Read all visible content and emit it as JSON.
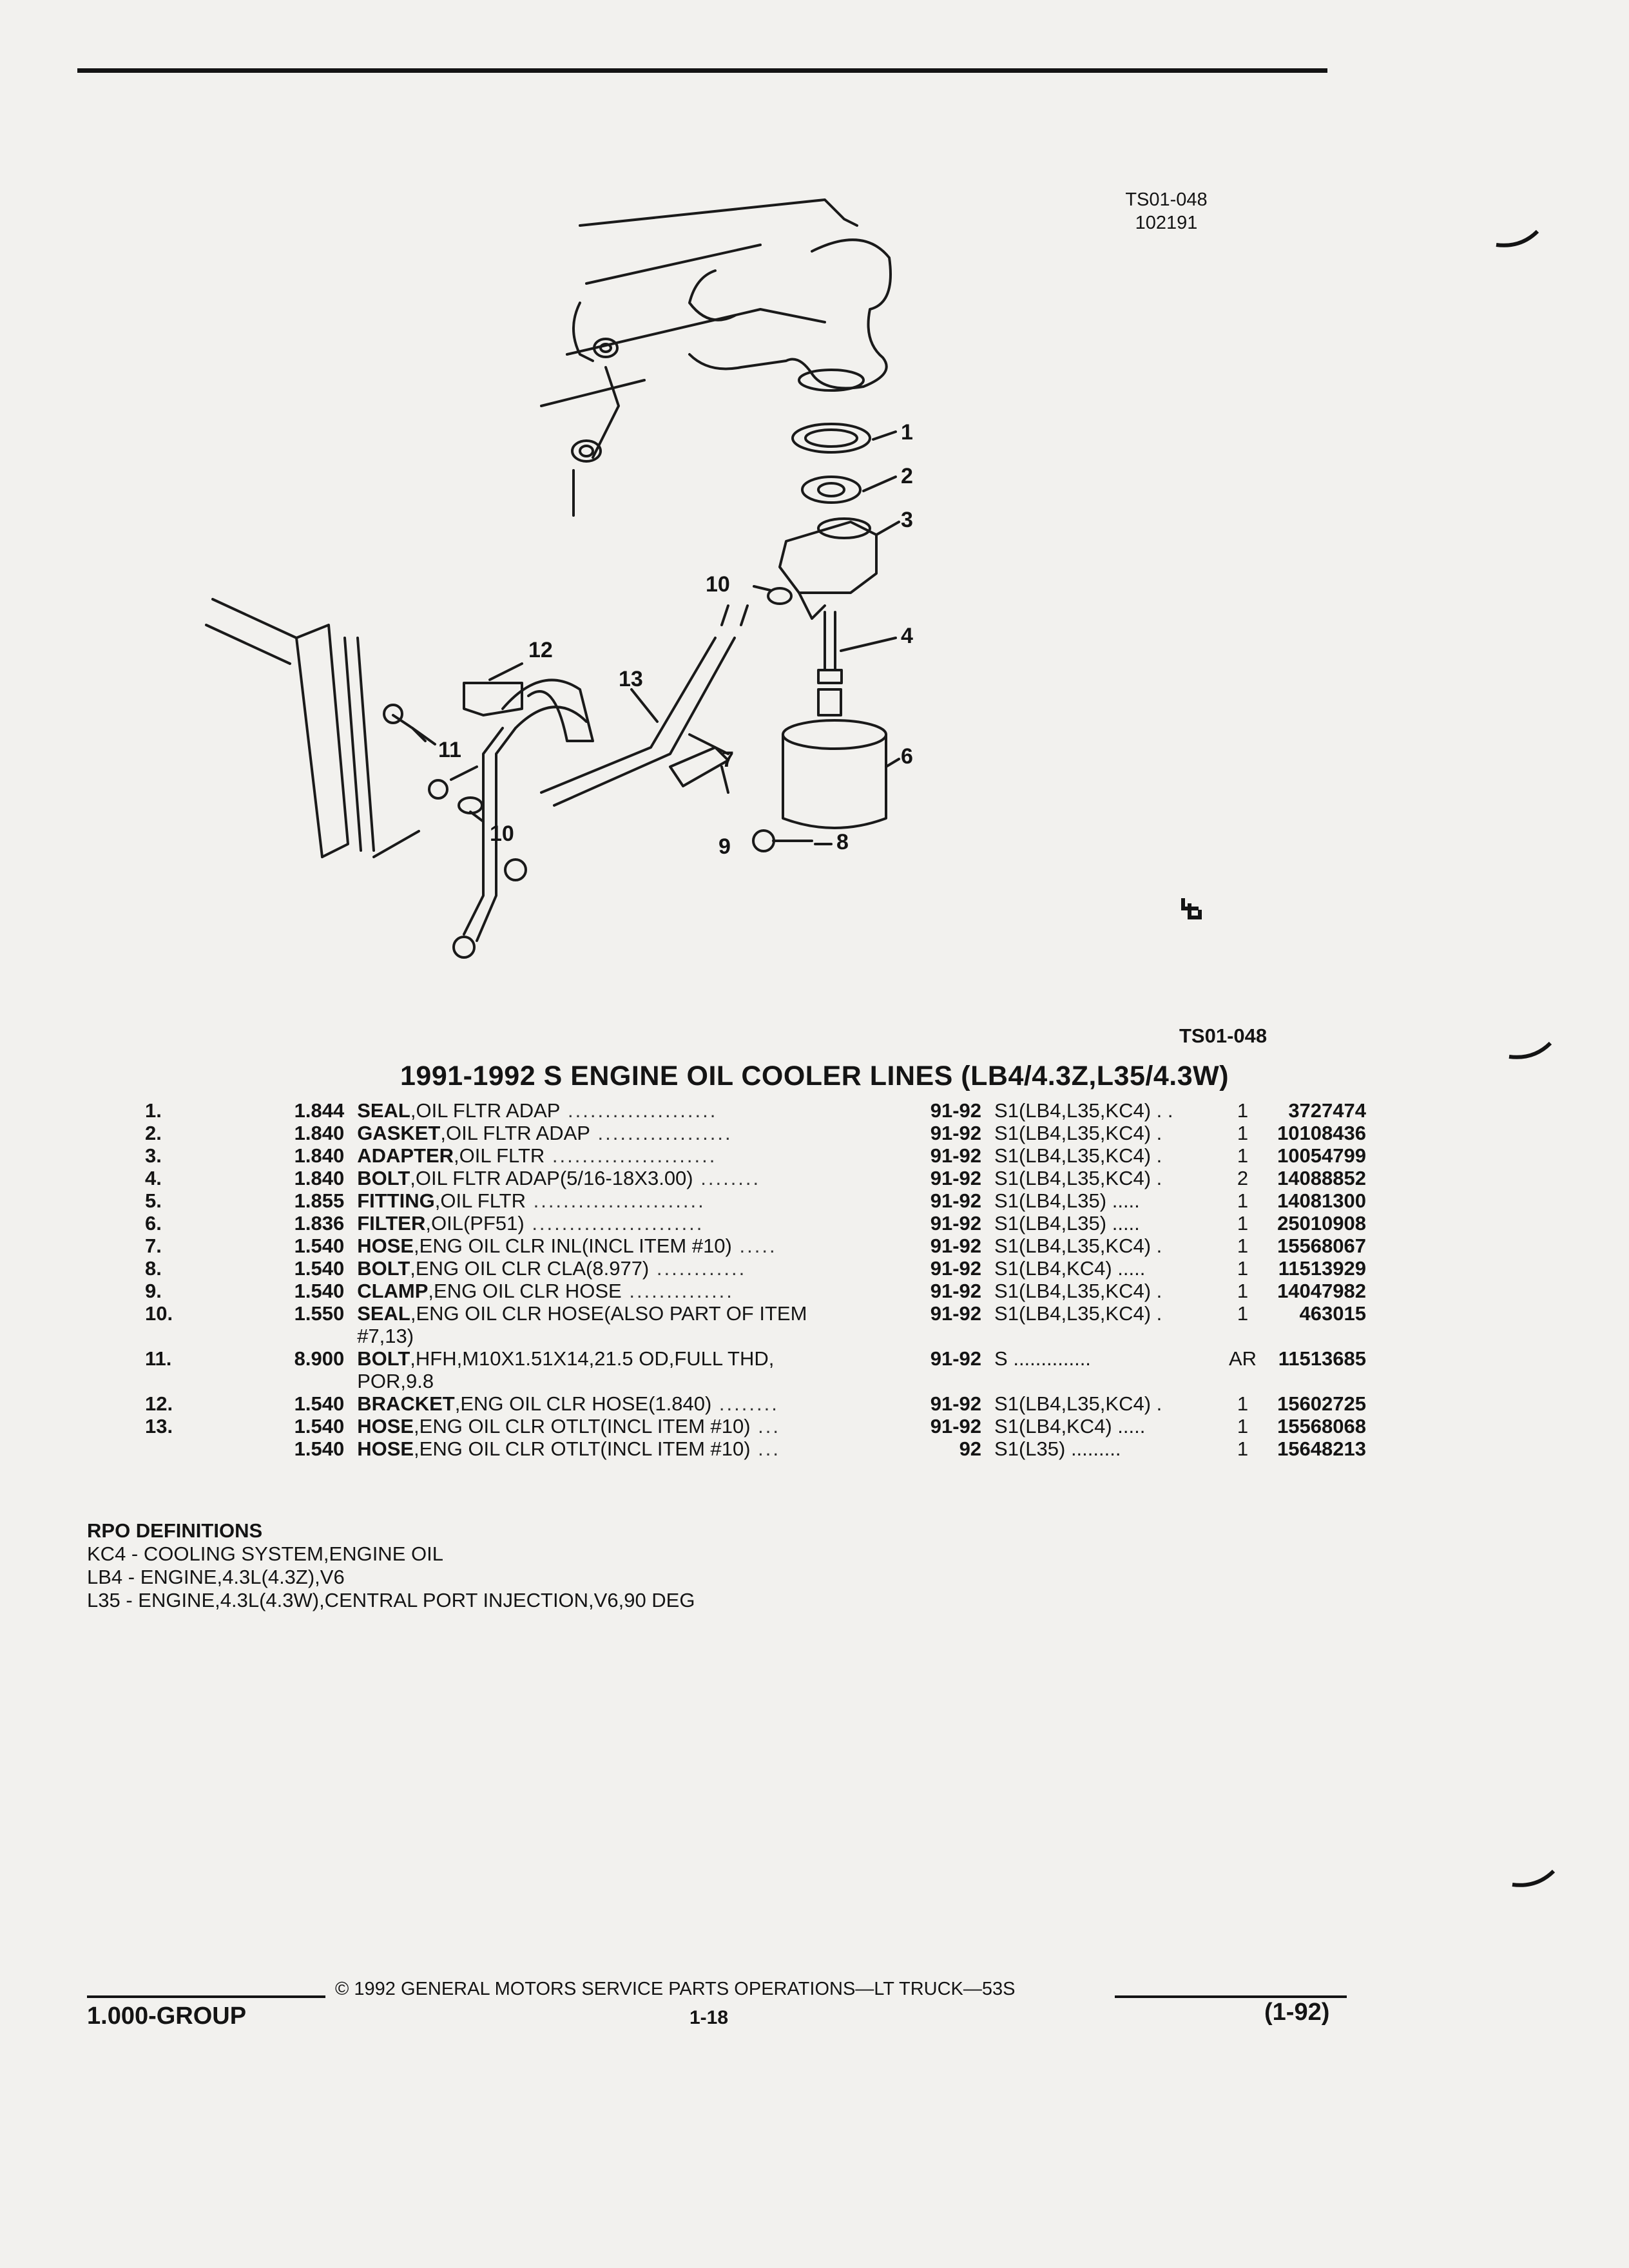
{
  "ref": {
    "top_code": "TS01-048",
    "top_date": "102191",
    "mid_code": "TS01-048"
  },
  "title": "1991-1992 S ENGINE OIL COOLER LINES (LB4/4.3Z,L35/4.3W)",
  "diagram_labels": [
    "1",
    "2",
    "3",
    "4",
    "6",
    "7",
    "8",
    "9",
    "10",
    "10",
    "11",
    "12",
    "13"
  ],
  "parts": [
    {
      "no": "1.",
      "code": "1.844",
      "name": "SEAL",
      "desc": ",OIL FLTR ADAP",
      "dots": " ....................",
      "years": "91-92",
      "usage": "S1(LB4,L35,KC4) . .",
      "qty": "1",
      "pn": "3727474"
    },
    {
      "no": "2.",
      "code": "1.840",
      "name": "GASKET",
      "desc": ",OIL FLTR ADAP",
      "dots": " ..................",
      "years": "91-92",
      "usage": "S1(LB4,L35,KC4) .",
      "qty": "1",
      "pn": "10108436"
    },
    {
      "no": "3.",
      "code": "1.840",
      "name": "ADAPTER",
      "desc": ",OIL FLTR",
      "dots": " ......................",
      "years": "91-92",
      "usage": "S1(LB4,L35,KC4) .",
      "qty": "1",
      "pn": "10054799"
    },
    {
      "no": "4.",
      "code": "1.840",
      "name": "BOLT",
      "desc": ",OIL FLTR ADAP(5/16-18X3.00)",
      "dots": " ........",
      "years": "91-92",
      "usage": "S1(LB4,L35,KC4) .",
      "qty": "2",
      "pn": "14088852"
    },
    {
      "no": "5.",
      "code": "1.855",
      "name": "FITTING",
      "desc": ",OIL FLTR",
      "dots": " .......................",
      "years": "91-92",
      "usage": "S1(LB4,L35) .....",
      "qty": "1",
      "pn": "14081300"
    },
    {
      "no": "6.",
      "code": "1.836",
      "name": "FILTER",
      "desc": ",OIL(PF51)",
      "dots": " .......................",
      "years": "91-92",
      "usage": "S1(LB4,L35) .....",
      "qty": "1",
      "pn": "25010908"
    },
    {
      "no": "7.",
      "code": "1.540",
      "name": "HOSE",
      "desc": ",ENG OIL CLR INL(INCL ITEM #10)",
      "dots": " .....",
      "years": "91-92",
      "usage": "S1(LB4,L35,KC4) .",
      "qty": "1",
      "pn": "15568067"
    },
    {
      "no": "8.",
      "code": "1.540",
      "name": "BOLT",
      "desc": ",ENG OIL CLR CLA(8.977)",
      "dots": " ............",
      "years": "91-92",
      "usage": "S1(LB4,KC4) .....",
      "qty": "1",
      "pn": "11513929"
    },
    {
      "no": "9.",
      "code": "1.540",
      "name": "CLAMP",
      "desc": ",ENG OIL CLR HOSE",
      "dots": " ..............",
      "years": "91-92",
      "usage": "S1(LB4,L35,KC4) .",
      "qty": "1",
      "pn": "14047982"
    },
    {
      "no": "10.",
      "code": "1.550",
      "name": "SEAL",
      "desc": ",ENG OIL CLR HOSE(ALSO PART OF ITEM",
      "dots": "",
      "years": "91-92",
      "usage": "S1(LB4,L35,KC4) .",
      "qty": "1",
      "pn": "463015"
    },
    {
      "no": "",
      "code": "",
      "name": "",
      "desc": "#7,13)",
      "dots": "",
      "years": "",
      "usage": "",
      "qty": "",
      "pn": ""
    },
    {
      "no": "11.",
      "code": "8.900",
      "name": "BOLT",
      "desc": ",HFH,M10X1.51X14,21.5 OD,FULL THD,",
      "dots": "",
      "years": "91-92",
      "usage": "S ..............",
      "qty": "AR",
      "pn": "11513685"
    },
    {
      "no": "",
      "code": "",
      "name": "",
      "desc": "POR,9.8",
      "dots": "",
      "years": "",
      "usage": "",
      "qty": "",
      "pn": ""
    },
    {
      "no": "12.",
      "code": "1.540",
      "name": "BRACKET",
      "desc": ",ENG OIL CLR HOSE(1.840)",
      "dots": " ........",
      "years": "91-92",
      "usage": "S1(LB4,L35,KC4) .",
      "qty": "1",
      "pn": "15602725"
    },
    {
      "no": "13.",
      "code": "1.540",
      "name": "HOSE",
      "desc": ",ENG OIL CLR OTLT(INCL ITEM #10)",
      "dots": " ...",
      "years": "91-92",
      "usage": "S1(LB4,KC4) .....",
      "qty": "1",
      "pn": "15568068"
    },
    {
      "no": "",
      "code": "1.540",
      "name": "HOSE",
      "desc": ",ENG OIL CLR OTLT(INCL ITEM #10)",
      "dots": " ...",
      "years": "92",
      "usage": "S1(L35) .........",
      "qty": "1",
      "pn": "15648213"
    }
  ],
  "rpo": {
    "heading": "RPO DEFINITIONS",
    "lines": [
      "KC4 - COOLING SYSTEM,ENGINE OIL",
      "LB4 - ENGINE,4.3L(4.3Z),V6",
      "L35 - ENGINE,4.3L(4.3W),CENTRAL PORT INJECTION,V6,90 DEG"
    ]
  },
  "footer": {
    "copyright": "© 1992 GENERAL MOTORS SERVICE PARTS OPERATIONS—LT TRUCK—53S",
    "group": "1.000-GROUP",
    "page": "1-18",
    "date": "(1-92)"
  }
}
